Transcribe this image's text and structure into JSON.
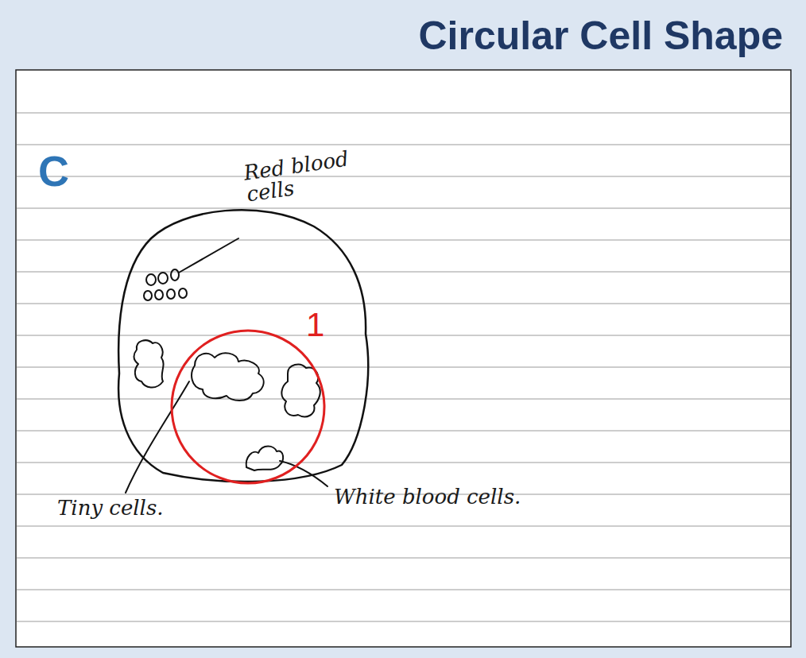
{
  "diagram": {
    "title": "Circular Cell Shape",
    "labels": [
      "C",
      "Red blood cells",
      "1",
      "Tiny cells.",
      "White blood cells."
    ]
  }
}
